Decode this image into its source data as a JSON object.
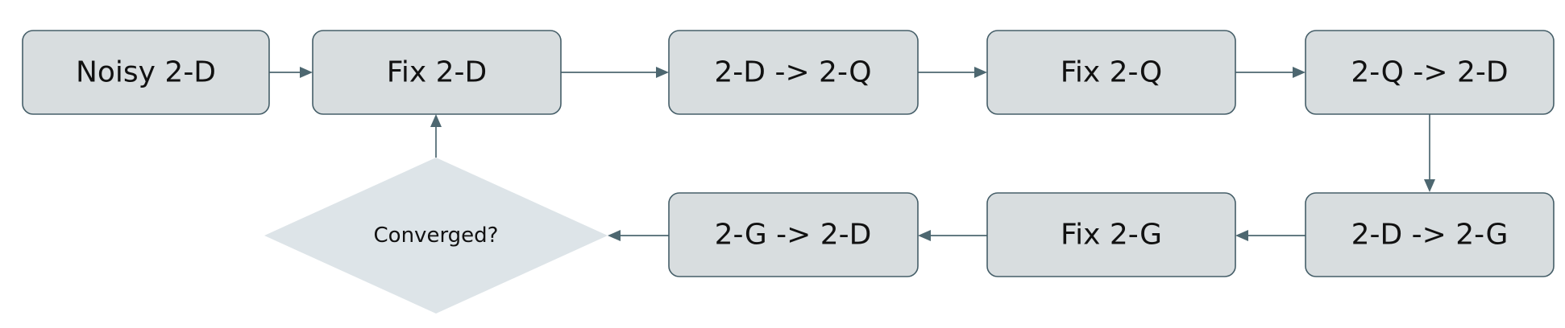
{
  "diagram": {
    "nodes": {
      "noisy_2d": "Noisy 2-D",
      "fix_2d": "Fix 2-D",
      "d_to_q": "2-D -> 2-Q",
      "fix_2q": "Fix 2-Q",
      "q_to_d": "2-Q -> 2-D",
      "d_to_g": "2-D -> 2-G",
      "fix_2g": "Fix 2-G",
      "g_to_d": "2-G -> 2-D",
      "converged": "Converged?"
    },
    "colors": {
      "box_fill": "#d8dddf",
      "box_stroke": "#455e68",
      "decision_fill": "#dde4e8",
      "arrow": "#4d6770",
      "text": "#111111"
    }
  }
}
